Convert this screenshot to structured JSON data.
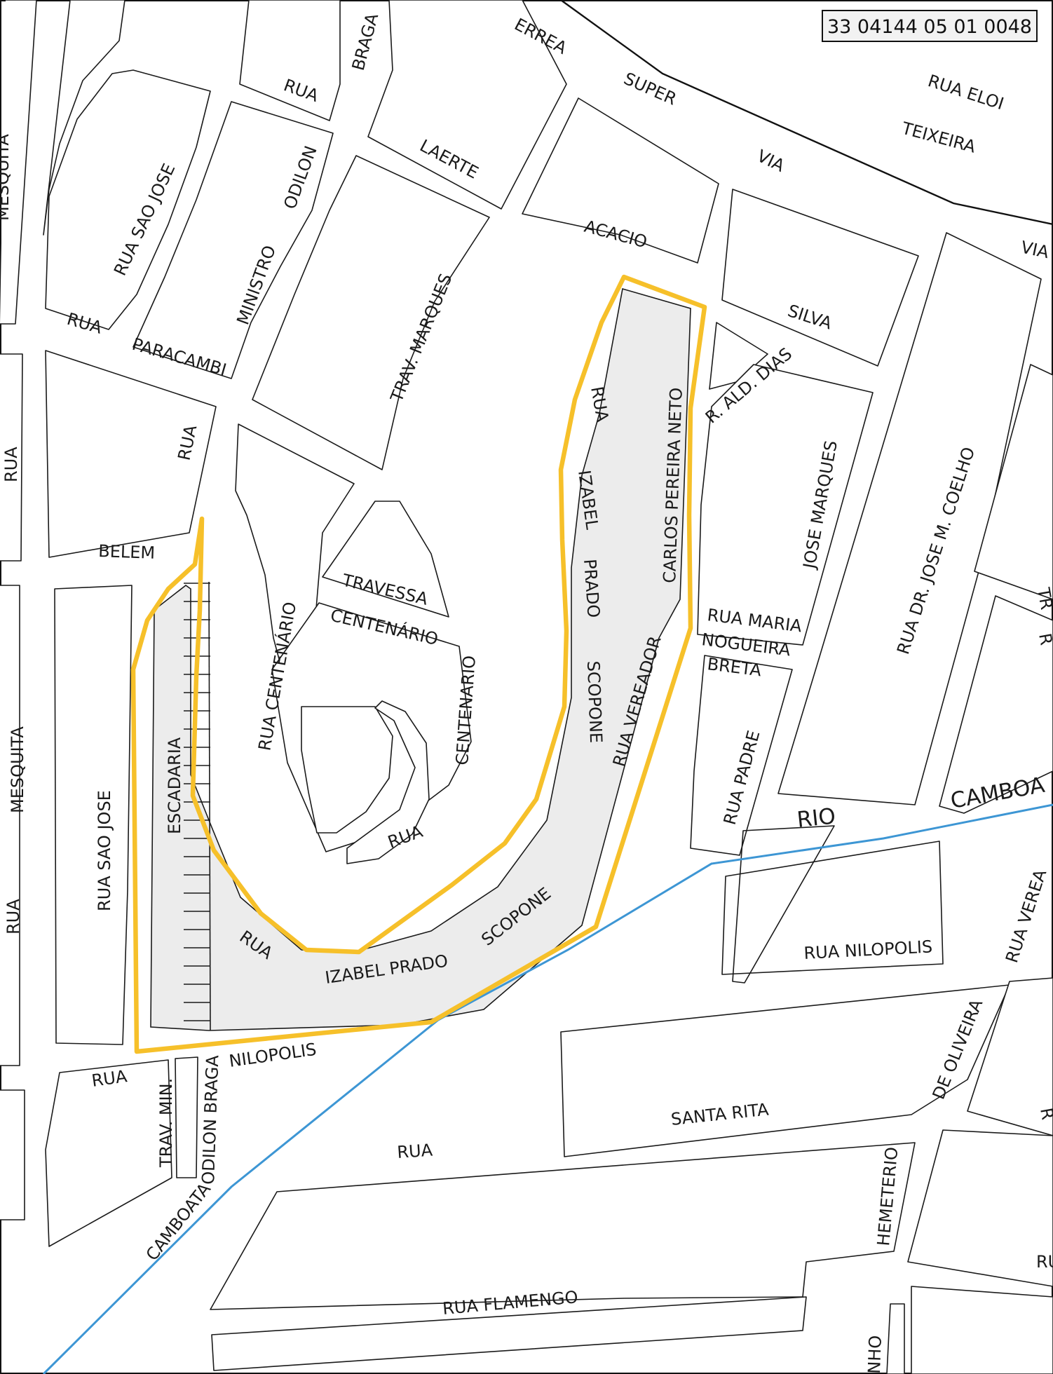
{
  "map_code": "33 04144 05 01 0048",
  "colors": {
    "boundary": "#f6c02a",
    "river": "#3d96d4",
    "sector_fill": "#ececec",
    "street_line": "#1a1a1a"
  },
  "labels": {
    "ferrea": "ERREA",
    "super": "SUPER",
    "via": "VIA",
    "via_right": "VIA",
    "rua_eloi": "RUA ELOI",
    "teixeira": "TEIXEIRA",
    "rua_braga": "RUA",
    "braga": "BRAGA",
    "laerte": "LAERTE",
    "acacio": "ACACIO",
    "silva": "SILVA",
    "rua_sao_jose_top": "RUA SAO JOSE",
    "odilon": "ODILON",
    "ministro": "MINISTRO",
    "rua_paracambi": "RUA",
    "paracambi": "PARACAMBI",
    "trav_marques": "TRAV. MARQUES",
    "mesquita_top": "MESQUITA",
    "rua_left1": "RUA",
    "rua_belem": "RUA",
    "belem": "BELEM",
    "rua_izabel_v": "RUA",
    "izabel_v": "IZABEL",
    "prado_v": "PRADO",
    "scopone_v": "SCOPONE",
    "carlos_pereira_neto": "CARLOS PEREIRA NETO",
    "rua_vereador": "RUA VEREADOR",
    "r_ald_dias": "R. ALD. DIAS",
    "jose_marques": "JOSE MARQUES",
    "rua_dr_jose_coelho": "RUA DR. JOSE M. COELHO",
    "rua_maria": "RUA MARIA",
    "nogueira": "NOGUEIRA",
    "breta": "BRETA",
    "rua_padre": "RUA PADRE",
    "rio": "RIO",
    "camboata_right": "CAMBOA",
    "travessa": "TRAVESSA",
    "centenario_trav": "CENTENÁRIO",
    "rua_centenario": "RUA CENTENÁRIO",
    "centenario_v": "CENTENARIO",
    "rua_inner": "RUA",
    "escadaria": "ESCADARIA",
    "rua_sao_jose_bottom": "RUA SAO JOSE",
    "mesquita": "MESQUITA",
    "rua_left2": "RUA",
    "rua_izabel_bottom": "RUA",
    "izabel_prado": "IZABEL PRADO",
    "scopone_bottom": "SCOPONE",
    "rua_nilopolis_label": "RUA",
    "nilopolis": "NILOPOLIS",
    "trav_min": "TRAV. MIN.",
    "odilon_braga": "ODILON BRAGA",
    "camboata_left": "CAMBOATA",
    "rua_nilopolis_right": "RUA NILOPOLIS",
    "rua_vereador_right": "RUA VEREA",
    "de_oliveira": "DE OLIVEIRA",
    "santa_rita": "SANTA RITA",
    "rua_santa": "RUA",
    "hemeterio": "HEMETERIO",
    "rua_flamengo": "RUA FLAMENGO",
    "nho": "NHO",
    "edge_tr": "TR",
    "edge_r": "R",
    "edge_r2": "R",
    "edge_ru": "RU"
  }
}
